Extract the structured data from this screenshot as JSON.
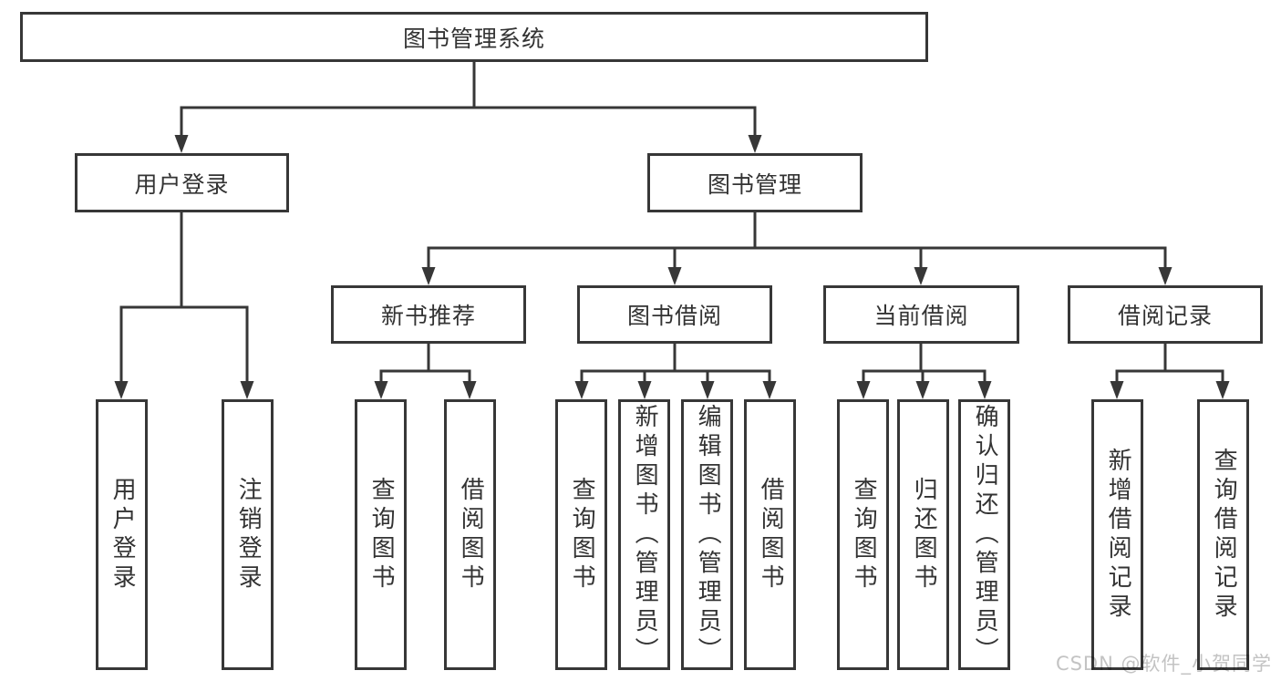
{
  "diagram_type": "hierarchy-diagram",
  "tree": {
    "label": "图书管理系统",
    "children": [
      {
        "label": "用户登录",
        "children": [
          {
            "label": "用户登录"
          },
          {
            "label": "注销登录"
          }
        ]
      },
      {
        "label": "图书管理",
        "children": [
          {
            "label": "新书推荐",
            "children": [
              {
                "label": "查询图书"
              },
              {
                "label": "借阅图书"
              }
            ]
          },
          {
            "label": "图书借阅",
            "children": [
              {
                "label": "查询图书"
              },
              {
                "label": "新增图书（管理员）"
              },
              {
                "label": "编辑图书（管理员）"
              },
              {
                "label": "借阅图书"
              }
            ]
          },
          {
            "label": "当前借阅",
            "children": [
              {
                "label": "查询图书"
              },
              {
                "label": "归还图书"
              },
              {
                "label": "确认归还（管理员）"
              }
            ]
          },
          {
            "label": "借阅记录",
            "children": [
              {
                "label": "新增借阅记录"
              },
              {
                "label": "查询借阅记录"
              }
            ]
          }
        ]
      }
    ]
  },
  "watermark": {
    "text": "CSDN @软件_小贺同学",
    "color": "#c3c3c3"
  },
  "colors": {
    "line": "#373737",
    "box_border": "#373737",
    "text": "#333333",
    "background": "#ffffff"
  }
}
